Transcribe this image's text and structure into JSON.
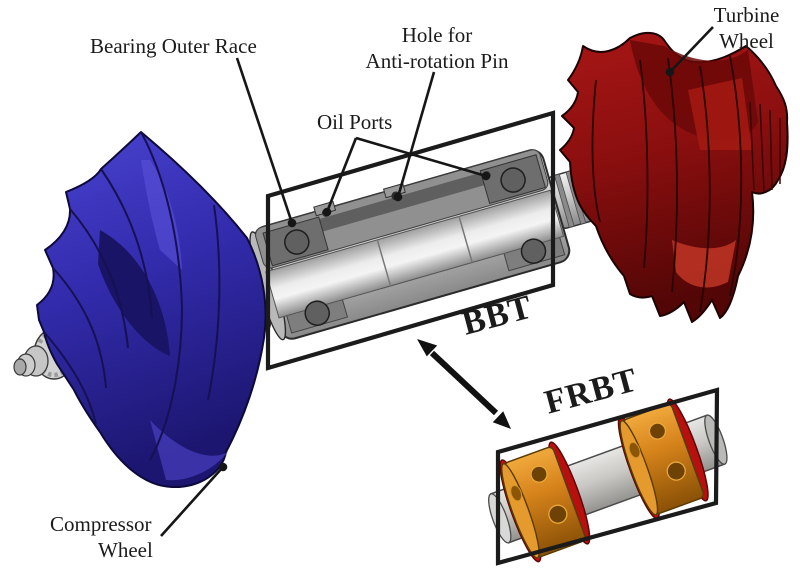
{
  "labels": {
    "bearing_outer_race": "Bearing Outer Race",
    "anti_rotation_line1": "Hole for",
    "anti_rotation_line2": "Anti-rotation Pin",
    "oil_ports": "Oil Ports",
    "turbine_line1": "Turbine",
    "turbine_line2": "Wheel",
    "compressor_line1": "Compressor",
    "compressor_line2": "Wheel",
    "bbt": "BBT",
    "frbt": "FRBT"
  },
  "colors": {
    "compressor_wheel_blue": "#332cae",
    "turbine_wheel_red": "#8c0f0f",
    "bearing_metal_gray": "#c9c9c9",
    "floating_ring_orange": "#d5821a",
    "floating_ring_red": "#c51111",
    "ink": "#1b1b1b",
    "background": "#ffffff"
  }
}
